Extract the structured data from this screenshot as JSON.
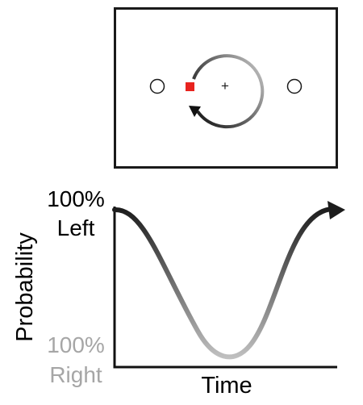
{
  "panel_top": {
    "fixation_glyph": "+",
    "target_marker_color": "#e8231f",
    "stimulus_stroke_color": "#1a1a1a"
  },
  "panel_bottom": {
    "y_axis_label": "Probability",
    "y_top_label_line1": "100%",
    "y_top_label_line2": "Left",
    "y_bottom_label_line1": "100%",
    "y_bottom_label_line2": "Right",
    "x_axis_label": "Time",
    "curve_gradient_dark": "#1c1c1c",
    "curve_gradient_light": "#c4c4c4",
    "label_top_color": "#000000",
    "label_bottom_color": "#a6a6a6"
  }
}
